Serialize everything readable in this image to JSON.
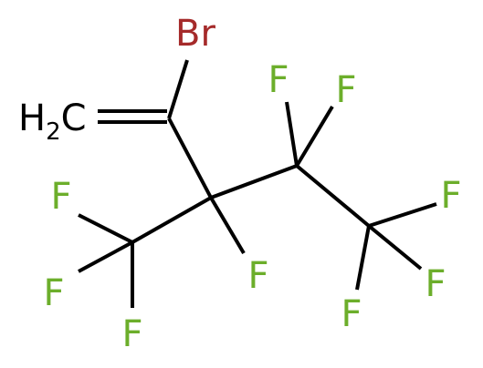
{
  "molecule": {
    "atoms": {
      "br": {
        "symbol": "Br",
        "color": "#a52a2a"
      },
      "ch2": {
        "symbol": "H",
        "subscript": "2",
        "suffix": "C",
        "color": "#000000"
      },
      "f_c3_top_left": {
        "symbol": "F",
        "color": "#6cae2b"
      },
      "f_c3_top_right": {
        "symbol": "F",
        "color": "#6cae2b"
      },
      "f_c4_right": {
        "symbol": "F",
        "color": "#6cae2b"
      },
      "f_c4_bottom": {
        "symbol": "F",
        "color": "#6cae2b"
      },
      "f_c4_bottom_left": {
        "symbol": "F",
        "color": "#6cae2b"
      },
      "f_cf3_top": {
        "symbol": "F",
        "color": "#6cae2b"
      },
      "f_cf3_left": {
        "symbol": "F",
        "color": "#6cae2b"
      },
      "f_cf3_bottom": {
        "symbol": "F",
        "color": "#6cae2b"
      },
      "f_c2": {
        "symbol": "F",
        "color": "#6cae2b"
      }
    },
    "colors": {
      "bond": "#000000",
      "fluorine": "#6cae2b",
      "bromine": "#a52a2a",
      "background": "#ffffff"
    }
  }
}
